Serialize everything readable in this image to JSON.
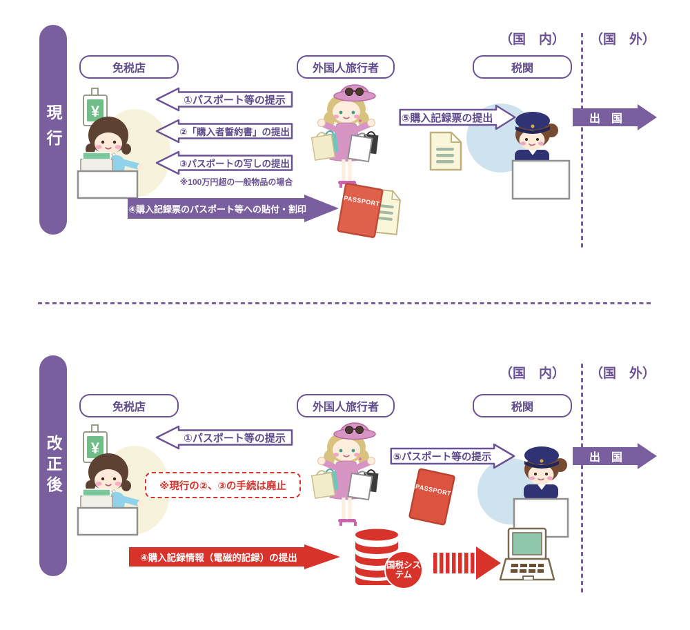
{
  "palette": {
    "purple": "#7a5f9f",
    "purple_dark": "#5f4a8c",
    "red": "#d8332b",
    "passport_coral": "#e0614b",
    "document_yellow": "#faf6d9",
    "cream_glow": "#f6f3da",
    "light_blue": "#cfe3ee"
  },
  "shared": {
    "region_domestic": "（国　内）",
    "region_overseas": "（国　外）",
    "departure": "出　国",
    "columns": {
      "duty_free_shop": "免税店",
      "foreign_traveler": "外国人旅行者",
      "customs": "税関"
    },
    "yen_sign": "¥",
    "passport_label": "PASSPORT"
  },
  "current_section": {
    "side_label": "現行",
    "step1": "①パスポート等の提示",
    "step2": "②「購入者誓約書」の提出",
    "step3": "③パスポートの写しの提出",
    "step3_note": "※100万円超の一般物品の場合",
    "step4": "④購入記録票のパスポート等への貼付・割印",
    "step5": "⑤購入記録票の提出"
  },
  "revised_section": {
    "side_label": "改正後",
    "step1": "①パスポート等の提示",
    "abolished_note": "※現行の②、③の手続は廃止",
    "step4": "④購入記録情報（電磁的記録）の提出",
    "step5": "⑤パスポート等の提示",
    "tax_system": "国税システム"
  }
}
